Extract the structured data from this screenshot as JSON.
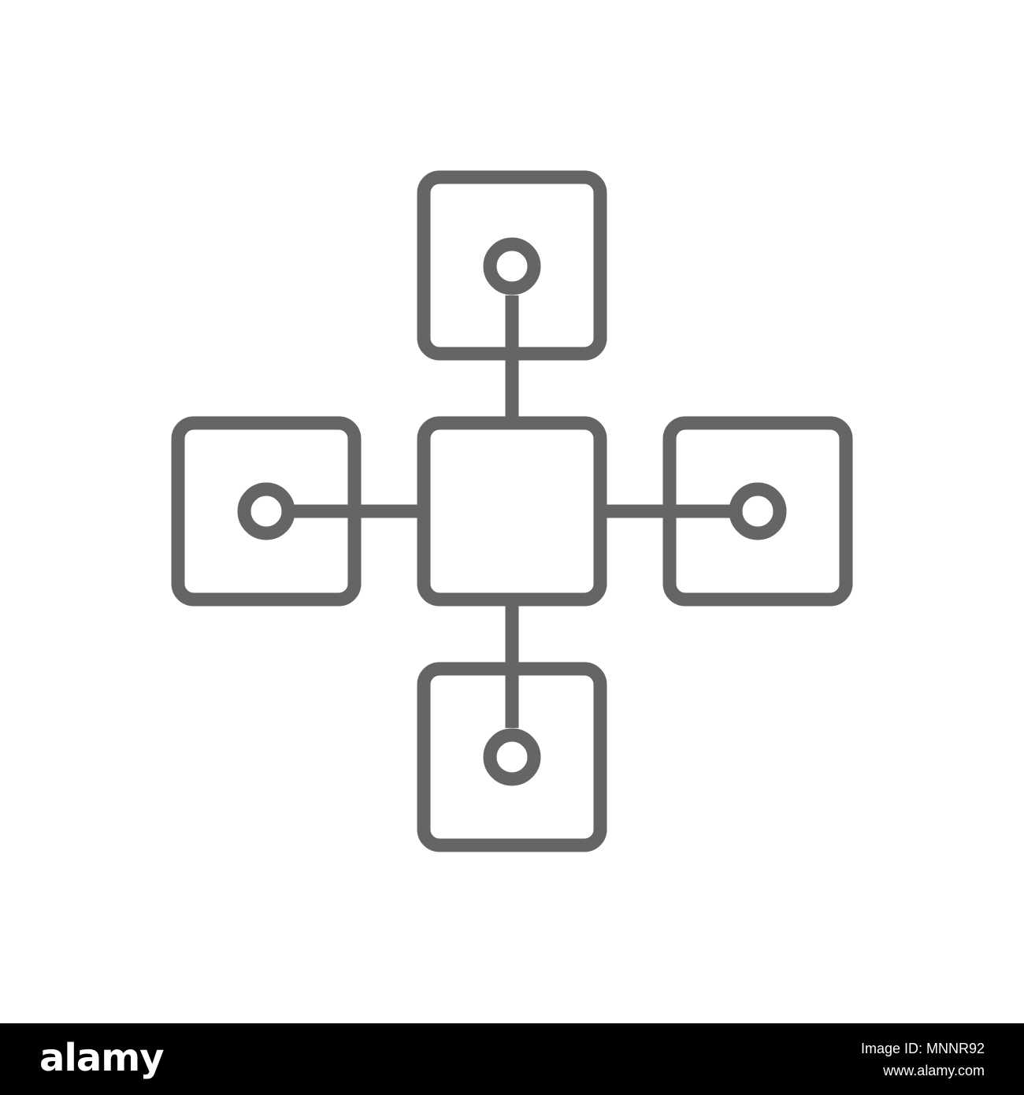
{
  "icon": {
    "name": "blockchain-network-icon",
    "stroke_color": "#646565",
    "background": "#ffffff"
  },
  "footer": {
    "brand": "alamy",
    "image_id": "Image ID: MNNR92",
    "url": "www.alamy.com",
    "background": "#000000",
    "text_color": "#ffffff"
  }
}
